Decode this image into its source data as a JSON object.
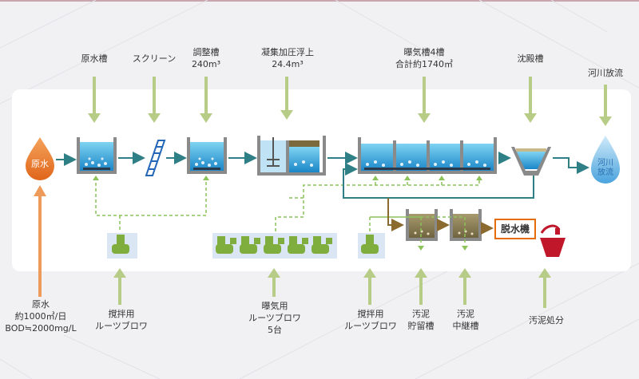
{
  "labels": {
    "raw_tank": "原水槽",
    "screen": "スクリーン",
    "adjust_tank": "調整槽\n240m³",
    "flotation": "凝集加圧浮上\n24.4m³",
    "aeration": "曝気槽4槽\n合計約1740㎥",
    "settling": "沈殿槽",
    "river_out": "河川放流",
    "raw_water_in": "原水\n約1000㎥/日\nBOD≒2000mg/L",
    "blower_mix1": "撹拌用\nルーツブロワ",
    "blower_aeration": "曝気用\nルーツブロワ\n5台",
    "blower_mix2": "撹拌用\nルーツブロワ",
    "sludge_storage": "汚泥\n貯留槽",
    "sludge_relay": "汚泥\n中継槽",
    "sludge_disposal": "汚泥処分"
  },
  "inline": {
    "raw_drop": "原水",
    "river_drop": "河川\n放流",
    "dewater": "脱水機"
  },
  "colors": {
    "background": "#f1f1f3",
    "panel": "#ffffff",
    "arrow_green": "#b7cc86",
    "flow_teal": "#2f7f86",
    "sludge_brown": "#8a6a2e",
    "air_line_green": "#8cc35a",
    "raw_orange": "#ee7f2d",
    "river_blue": "#5aaee6",
    "dewater_orange": "#e46c0a",
    "disposal_red": "#c0172a"
  }
}
